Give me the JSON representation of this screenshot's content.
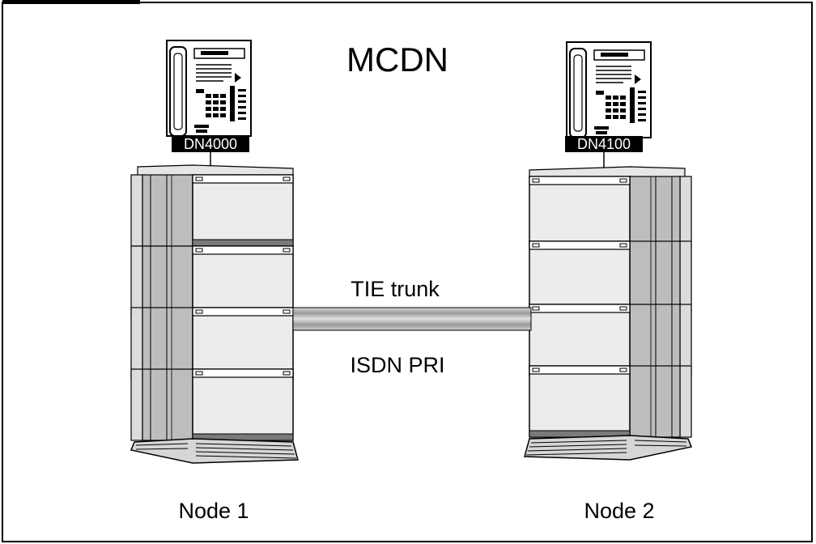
{
  "title": "MCDN",
  "phones": [
    {
      "dn": "DN4000"
    },
    {
      "dn": "DN4100"
    }
  ],
  "link": {
    "top_label": "TIE trunk",
    "bottom_label": "ISDN PRI"
  },
  "nodes": [
    {
      "label": "Node 1"
    },
    {
      "label": "Node 2"
    }
  ],
  "colors": {
    "line": "#000000",
    "cabinet_light": "#ececec",
    "cabinet_mid": "#bdbdbd",
    "cabinet_dark": "#7a7a7a",
    "trunk": "#b8b8b8"
  }
}
